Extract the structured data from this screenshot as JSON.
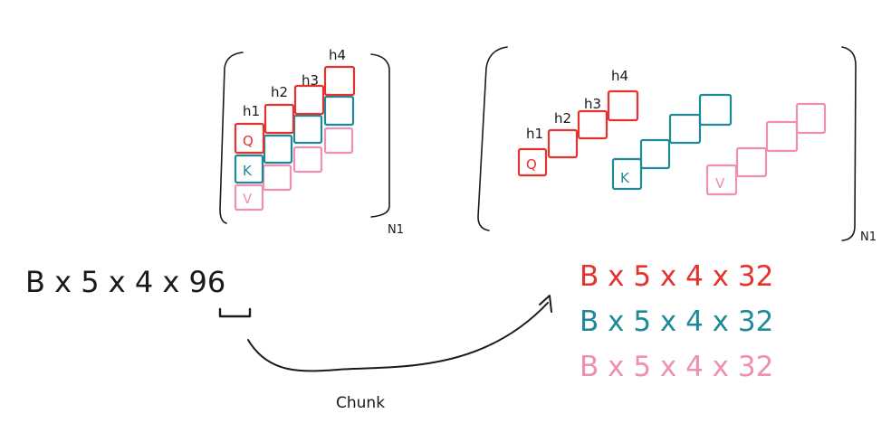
{
  "colors": {
    "ink": "#1a1a1a",
    "q": "#e5322f",
    "k": "#1f8a97",
    "v": "#ee8fb3"
  },
  "left_block": {
    "heads": [
      "h1",
      "h2",
      "h3",
      "h4"
    ],
    "labels": {
      "q": "Q",
      "k": "K",
      "v": "V"
    },
    "dim": "N1"
  },
  "right_block": {
    "heads": [
      "h1",
      "h2",
      "h3",
      "h4"
    ],
    "labels": {
      "q": "Q",
      "k": "K",
      "v": "V"
    },
    "dim": "N1"
  },
  "formula": {
    "text": "B x 5 x 4 x 96"
  },
  "chunk_label": "Chunk",
  "results": [
    {
      "text": "B x 5 x 4 x 32",
      "color": "q"
    },
    {
      "text": "B x 5 x 4 x 32",
      "color": "k"
    },
    {
      "text": "B x 5 x 4 x 32",
      "color": "v"
    }
  ]
}
